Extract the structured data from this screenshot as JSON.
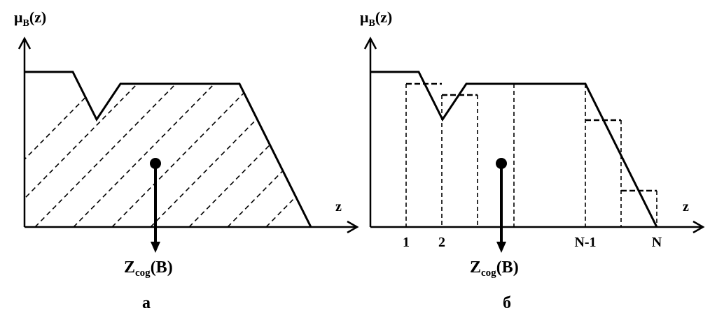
{
  "left_panel": {
    "y_label_main": "μ",
    "y_label_sub": "B",
    "y_label_arg": "(z)",
    "x_label": "z",
    "cog_main": "Z",
    "cog_sub": "cog",
    "cog_arg": "(B)",
    "caption": "а"
  },
  "right_panel": {
    "y_label_main": "μ",
    "y_label_sub": "B",
    "y_label_arg": "(z)",
    "x_label": "z",
    "ticks": [
      "1",
      "2",
      "N-1",
      "N"
    ],
    "cog_main": "Z",
    "cog_sub": "cog",
    "cog_arg": "(B)",
    "caption": "б"
  }
}
